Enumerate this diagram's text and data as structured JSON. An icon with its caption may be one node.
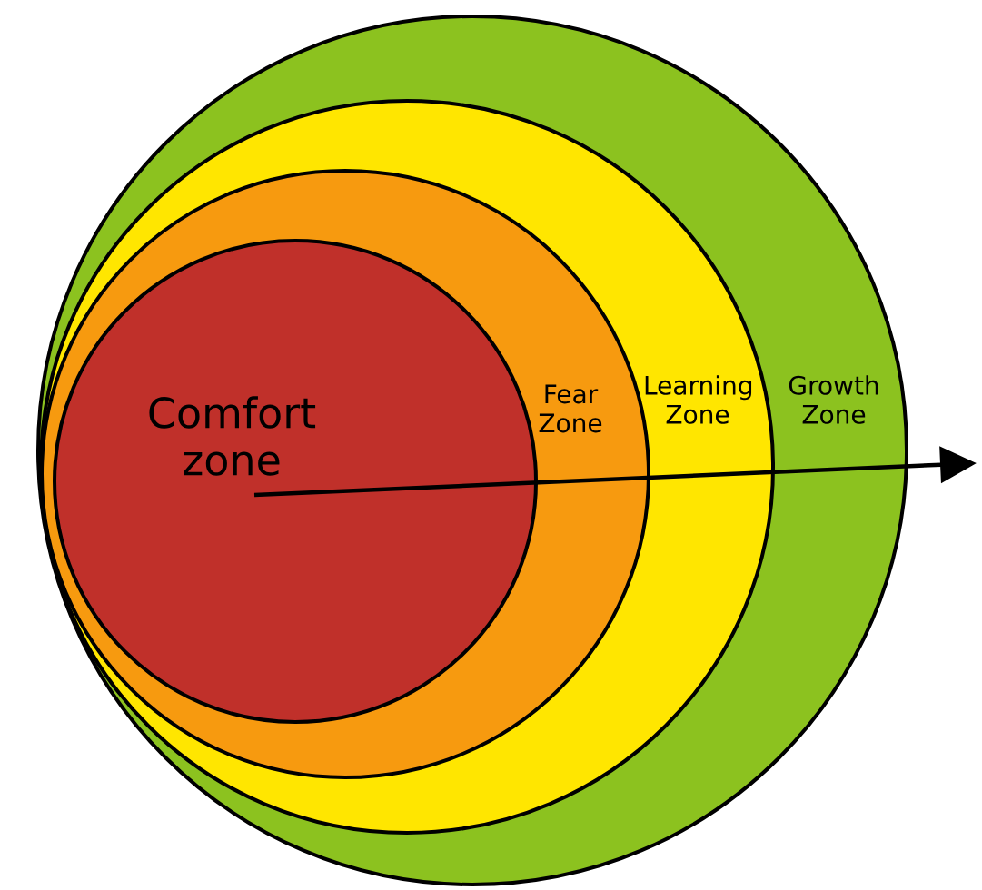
{
  "diagram": {
    "nodes": [
      {
        "text": [
          "Growth Zone"
        ]
      },
      {
        "text": [
          "Learning Zone"
        ],
        "in": 0
      },
      {
        "text": [
          "Fear Zone"
        ],
        "in": 1
      },
      {
        "text": [
          "Comfort zone"
        ],
        "in": 2
      }
    ]
  }
}
